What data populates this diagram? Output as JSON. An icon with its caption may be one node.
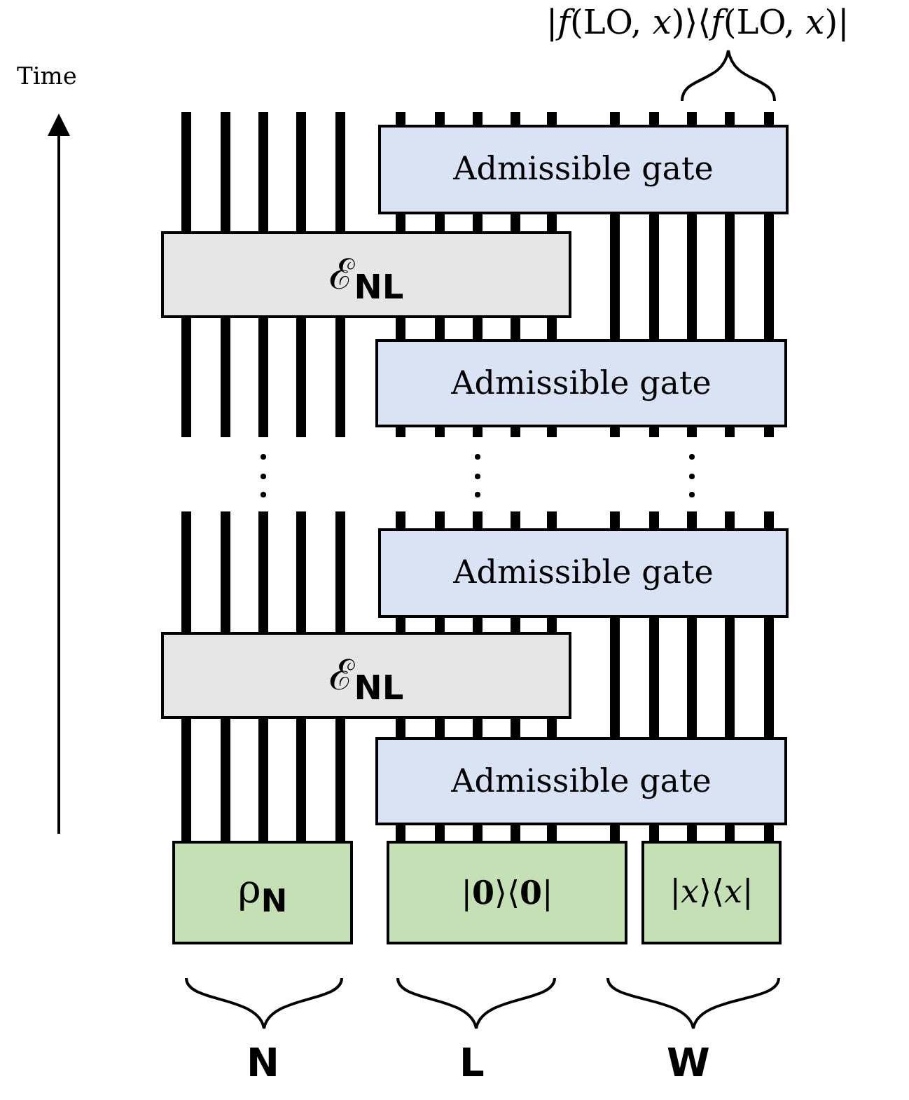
{
  "diagram": {
    "nodes": [
      {
        "text": [
          "Admissible gate"
        ]
      },
      {
        "text": [
          "ℰ$_{NL}$"
        ]
      },
      {
        "text": [
          "Admissible gate"
        ]
      },
      {
        "text": [
          "Admissible gate"
        ]
      },
      {
        "text": [
          "ℰ$_{NL}$"
        ]
      },
      {
        "text": [
          "Admissible gate"
        ]
      },
      {
        "text": [
          "ρ$_{N}$"
        ]
      },
      {
        "text": [
          "|**0**⟩⟨**0**|"
        ]
      },
      {
        "text": [
          "|*x*⟩⟨*x*|"
        ]
      }
    ],
    "labels": [
      "|*f*(LO, *x*)⟩⟨*f*(LO, *x*)|",
      "Time",
      "N",
      "L",
      "W"
    ]
  }
}
